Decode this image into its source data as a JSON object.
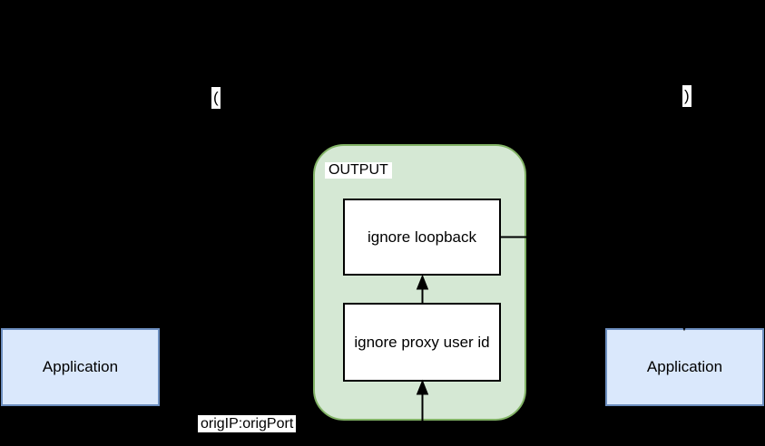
{
  "diagram": {
    "background": "#000000",
    "output_container": {
      "label": "OUTPUT",
      "fill": "#d5e8d4",
      "stroke": "#82b366",
      "rules": [
        {
          "label": "ignore loopback"
        },
        {
          "label": "ignore proxy user id"
        }
      ]
    },
    "applications": [
      {
        "side": "left",
        "label": "Application"
      },
      {
        "side": "right",
        "label": "Application"
      }
    ],
    "edge_labels": {
      "open_paren": "(",
      "close_paren": ")",
      "orig_endpoint": "origIP:origPort"
    },
    "colors": {
      "app_fill": "#dae8fc",
      "app_stroke": "#6c8ebf",
      "rule_fill": "#ffffff",
      "rule_stroke": "#000000",
      "arrow": "#000000",
      "label_bg": "#ffffff"
    }
  }
}
